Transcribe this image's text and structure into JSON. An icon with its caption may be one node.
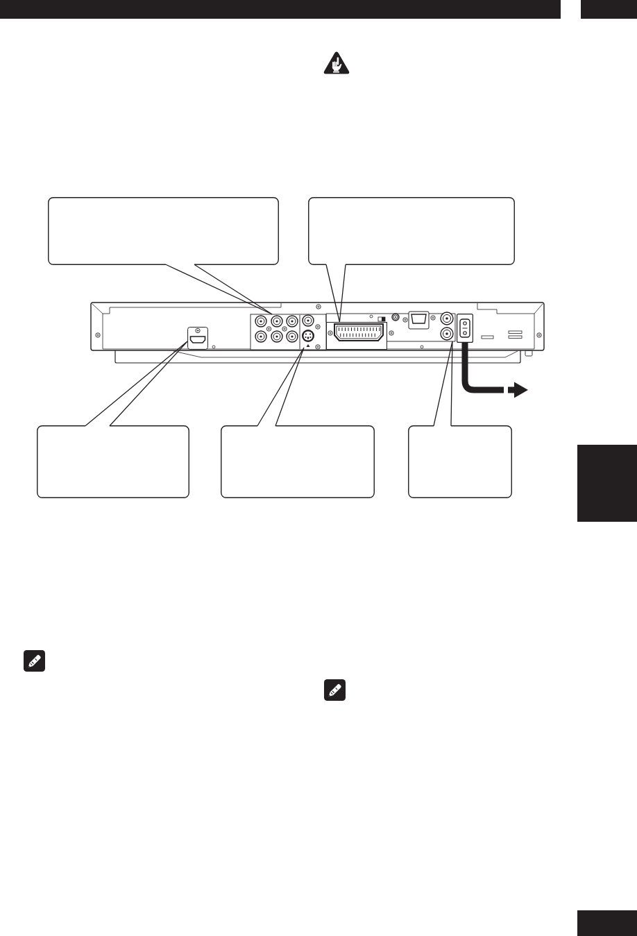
{
  "diagram": {
    "nodes": [
      {
        "text": [],
        "shape": "box"
      },
      {
        "text": [],
        "shape": "box"
      },
      {
        "text": [],
        "shape": "picture"
      },
      {
        "text": [],
        "shape": "picture",
        "in": 2
      },
      {
        "text": [],
        "shape": "picture",
        "in": 2
      },
      {
        "text": [],
        "shape": "picture",
        "in": 2
      },
      {
        "text": [],
        "shape": "picture",
        "in": 2
      },
      {
        "text": [],
        "shape": "picture",
        "in": 2
      },
      {
        "text": [],
        "shape": "picture",
        "in": 2
      },
      {
        "text": [],
        "shape": "picture",
        "in": 2
      },
      {
        "text": [],
        "shape": "box"
      },
      {
        "text": [],
        "shape": "box"
      },
      {
        "text": [],
        "shape": "box"
      },
      {
        "text": [],
        "shape": "box"
      },
      {
        "text": [],
        "shape": "box"
      }
    ],
    "edges": [
      {
        "from": 0,
        "to": 4,
        "arrow": "none"
      },
      {
        "from": 1,
        "to": 7,
        "arrow": "none"
      },
      {
        "from": 9,
        "to": null,
        "arrow": "to",
        "style": "thick"
      },
      {
        "from": 10,
        "to": 3,
        "arrow": "none"
      },
      {
        "from": 11,
        "to": 6,
        "arrow": "none"
      },
      {
        "from": 12,
        "to": 8,
        "arrow": "none"
      }
    ]
  }
}
